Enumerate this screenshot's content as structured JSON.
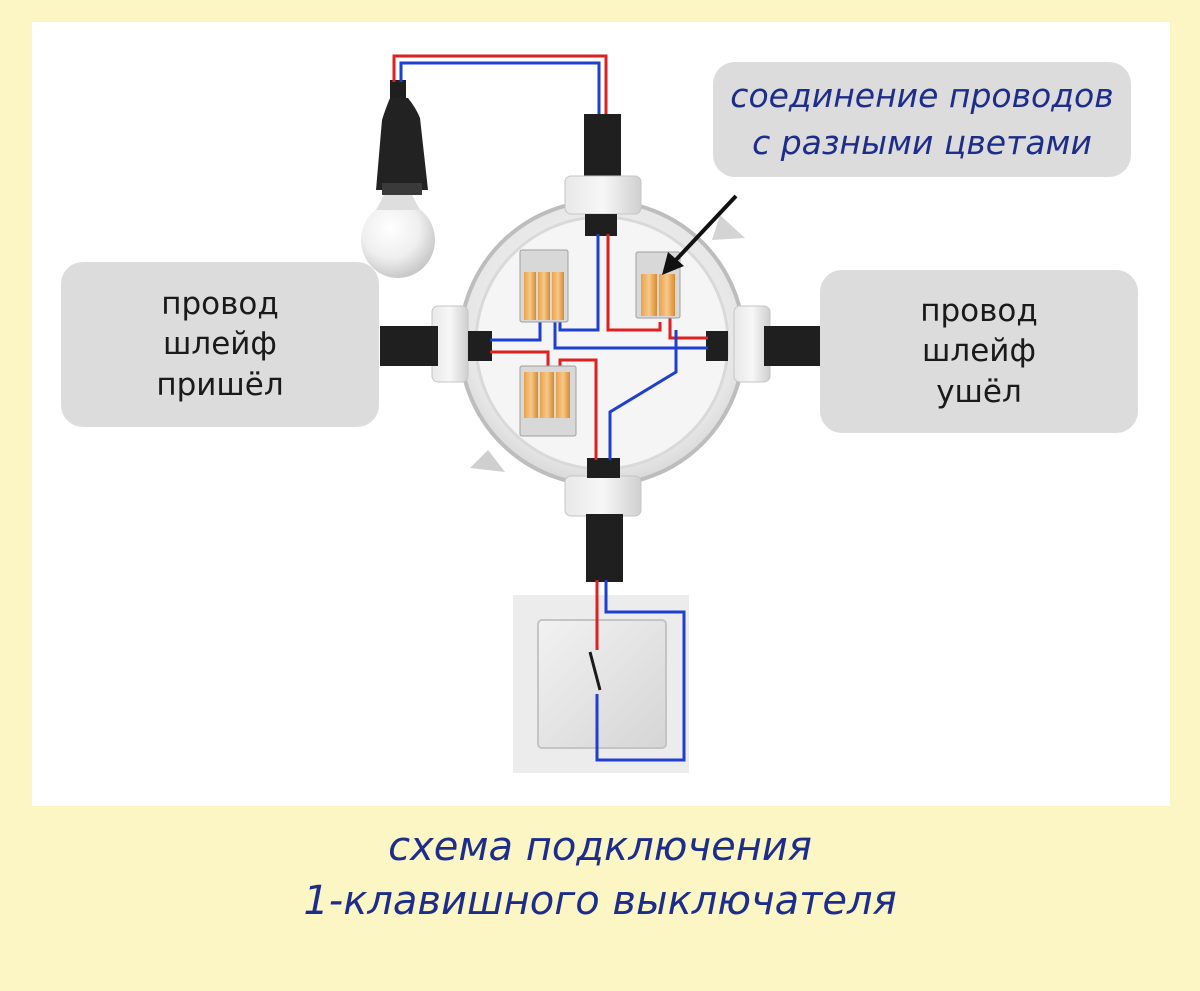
{
  "labels": {
    "left": "провод\nшлейф\nпришёл",
    "right": "провод\nшлейф\nушёл",
    "callout": "соединение проводов\nс разными цветами"
  },
  "caption": {
    "line1": "схема подключения",
    "line2": "1-клавишного выключателя"
  },
  "colors": {
    "background": "#fbf6c4",
    "panel": "#ffffff",
    "label_box": "#dcdcdc",
    "text_blue": "#1d2d8c",
    "wire_phase": "#e02020",
    "wire_neutral": "#1e3fd0",
    "cable": "#1f1f1f"
  },
  "icons": {
    "lamp": "light-bulb-icon",
    "junction_box": "junction-box-icon",
    "switch": "wall-switch-icon",
    "connector": "wago-connector-icon",
    "arrow": "arrow-icon"
  }
}
